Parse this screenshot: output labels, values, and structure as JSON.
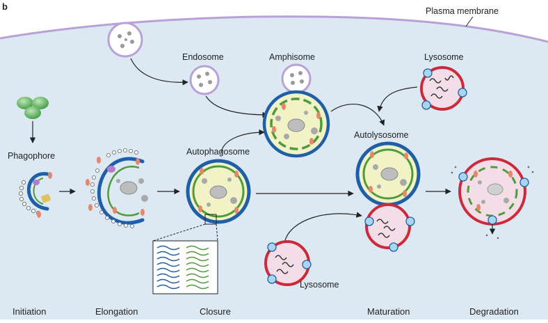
{
  "figure": {
    "panel_letter": "b",
    "labels": {
      "plasma_membrane": "Plasma membrane",
      "endosome": "Endosome",
      "amphisome": "Amphisome",
      "lysosome_top": "Lysosome",
      "phagophore": "Phagophore",
      "autophagosome": "Autophagosome",
      "autolysosome": "Autolysosome",
      "lysosome_bottom": "Lysosome"
    },
    "stages": {
      "initiation": "Initiation",
      "elongation": "Elongation",
      "closure": "Closure",
      "maturation": "Maturation",
      "degradation": "Degradation"
    }
  },
  "colors": {
    "cytoplasm": "#dce8f2",
    "plasma_membrane": "#b9a0d6",
    "membrane_blue": "#1f5ea8",
    "lysosome_red": "#cc2a3a",
    "lumen_yellow": "#f1f3c6",
    "lysosome_lumen": "#f3dde7",
    "inner_green": "#4f9a3b",
    "cargo_gray": "#a9a9a9",
    "receptor_orange": "#e6866a",
    "pump_blue": "#a7d6ee",
    "complex_green": "#5db55d"
  }
}
